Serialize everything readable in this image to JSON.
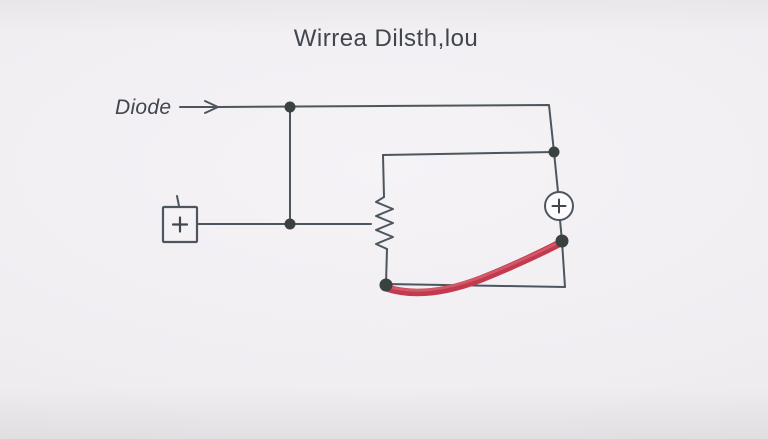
{
  "page": {
    "title": "Wirrea Dilsth,lou"
  },
  "diagram": {
    "type": "circuit-schematic",
    "labels": {
      "diode": "Diode",
      "battery_symbol": "+",
      "source_symbol": "+"
    },
    "components": [
      "diode-arrow-label",
      "battery-box-plus",
      "resistor-zigzag-vertical",
      "circle-plus-source",
      "junction-dots",
      "red-highlight-wire"
    ],
    "colors": {
      "wire": "#4d565f",
      "junction": "#39423e",
      "red_wire": "#c23a4e",
      "red_wire_highlight": "#d65f6d",
      "component_fill": "#fbfafc",
      "text": "#3f464d",
      "background": "#efedf0"
    }
  }
}
